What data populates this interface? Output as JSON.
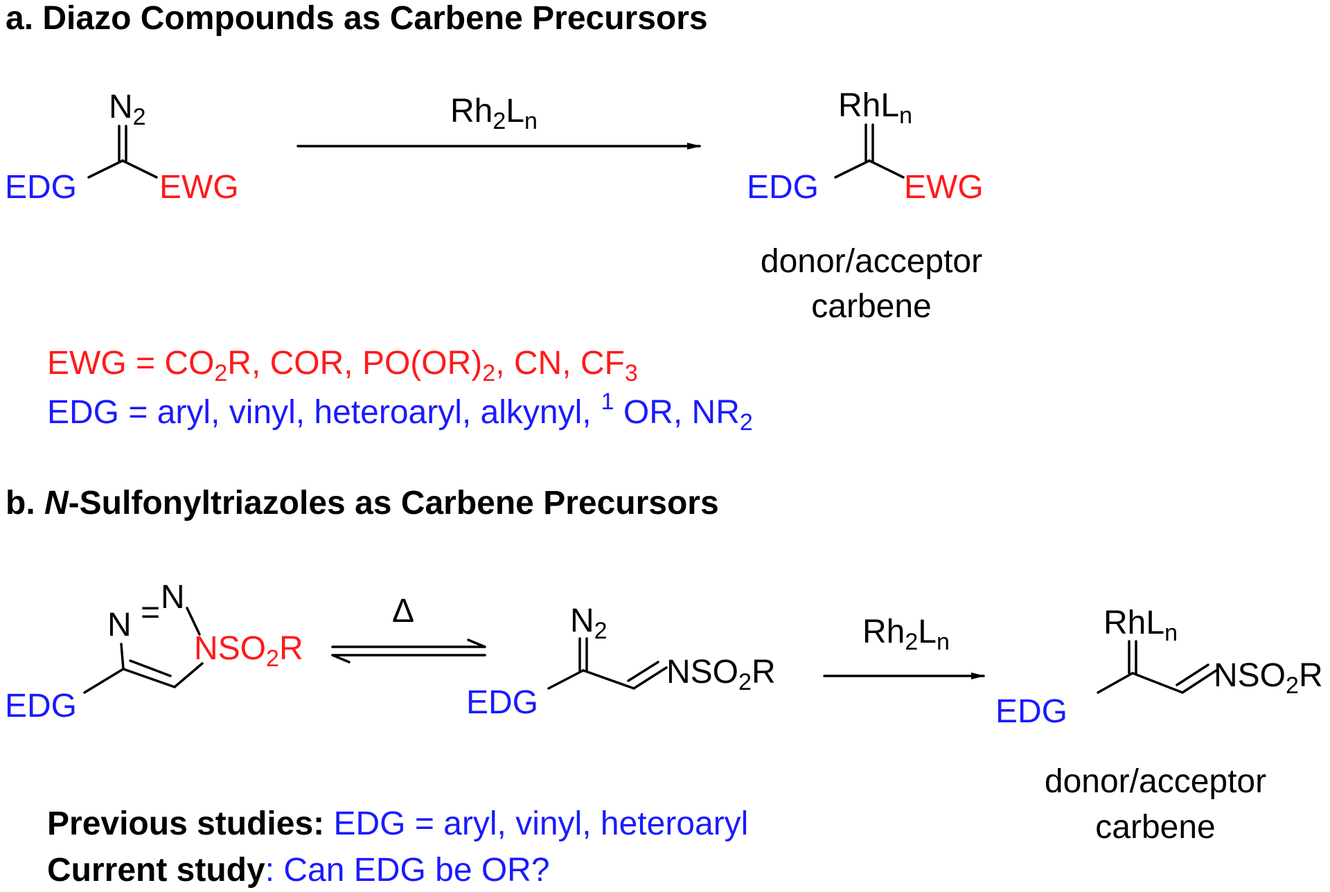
{
  "part_a": {
    "heading": "a. Diazo Compounds as Carbene Precursors",
    "diazo_group": "N",
    "diazo_sub": "2",
    "edg": "EDG",
    "ewg": "EWG",
    "reagent_main": "Rh",
    "reagent_sub": "2",
    "reagent_L": "L",
    "reagent_n": "n",
    "carbene_rh": "RhL",
    "carbene_n": "n",
    "carbene_label_1": "donor/acceptor",
    "carbene_label_2": "carbene",
    "ewg_line": {
      "t1": "EWG = CO",
      "s1": "2",
      "t2": "R, COR, PO(OR)",
      "s2": "2",
      "t3": ", CN, CF",
      "s3": "3"
    },
    "edg_line": {
      "t1": "EDG = aryl, vinyl, heteroaryl, alkynyl,",
      "sup": "1",
      "t2": " OR, NR",
      "s2": "2"
    }
  },
  "part_b": {
    "heading_prefix": "b. ",
    "heading_italic": "N",
    "heading_rest": "-Sulfonyltriazoles as Carbene Precursors",
    "triazole_n_top": "N",
    "triazole_eq": "=",
    "triazole_n_left": "N",
    "triazole_sulfonyl": "NSO",
    "triazole_sulfonyl_sub": "2",
    "triazole_sulfonyl_R": "R",
    "edg": "EDG",
    "delta": "Δ",
    "diazo_group": "N",
    "diazo_sub": "2",
    "imine": "NSO",
    "imine_sub": "2",
    "imine_R": "R",
    "reagent_main": "Rh",
    "reagent_sub": "2",
    "reagent_L": "L",
    "reagent_n": "n",
    "carbene_rh": "RhL",
    "carbene_n": "n",
    "carbene_label_1": "donor/acceptor",
    "carbene_label_2": "carbene",
    "previous_bold": "Previous studies:",
    "previous_rest": " EDG = aryl, vinyl, heteroaryl",
    "current_bold": "Current study",
    "current_rest": ": Can EDG be OR?"
  },
  "colors": {
    "donor": "#1a1aff",
    "acceptor": "#ff1a1a",
    "text": "#000000"
  }
}
